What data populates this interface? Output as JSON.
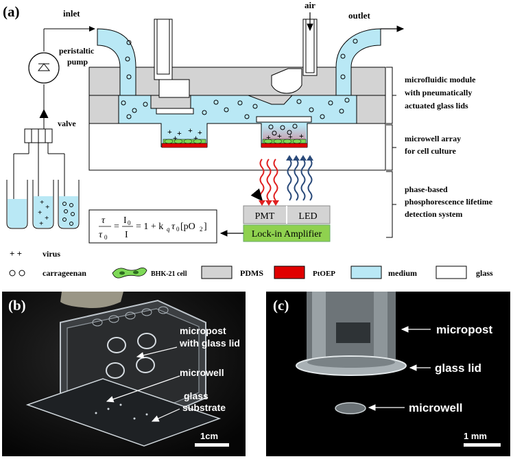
{
  "panels": {
    "a": "(a)",
    "b": "(b)",
    "c": "(c)"
  },
  "labels": {
    "inlet": "inlet",
    "outlet": "outlet",
    "air": "air",
    "peristaltic_pump": [
      "peristaltic",
      "pump"
    ],
    "valve": "valve",
    "microfluidic_module": [
      "microfluidic module",
      "with pneumatically",
      "actuated glass lids"
    ],
    "microwell_array": [
      "microwell array",
      "for cell culture"
    ],
    "detection_system": [
      "phase-based",
      "phosphorescence lifetime",
      "detection system"
    ],
    "pmt": "PMT",
    "led": "LED",
    "lockin": "Lock-in Amplifier"
  },
  "equation": {
    "tau": "τ",
    "tau0": "τ",
    "I0": "I",
    "I": "I",
    "rhs": "= 1 + k",
    "rhs2": "τ",
    "rhs3": "[pO",
    "rhs4": "]",
    "sub0": "0",
    "subq": "q",
    "sub2": "2"
  },
  "legend": {
    "virus_symbol": "+ +",
    "virus": "virus",
    "carrageenan_symbol": "○ ○",
    "carrageenan": "carrageenan",
    "bhk": "BHK-21 cell",
    "pdms": "PDMS",
    "ptoep": "PtOEP",
    "medium": "medium",
    "glass": "glass"
  },
  "photo_b": {
    "micropost": [
      "micropost",
      "with glass lid"
    ],
    "microwell": "microwell",
    "substrate": [
      "glass",
      "substrate"
    ],
    "scale": "1cm"
  },
  "photo_c": {
    "micropost": "micropost",
    "glass_lid": "glass lid",
    "microwell": "microwell",
    "scale": "1 mm"
  },
  "colors": {
    "pdms": "#d3d3d3",
    "medium": "#b9e8f5",
    "ptoep": "#e00000",
    "cell": "#7ed957",
    "lockin": "#8fd14f",
    "red_wave": "#e02020",
    "blue_wave": "#2a4a7a"
  }
}
